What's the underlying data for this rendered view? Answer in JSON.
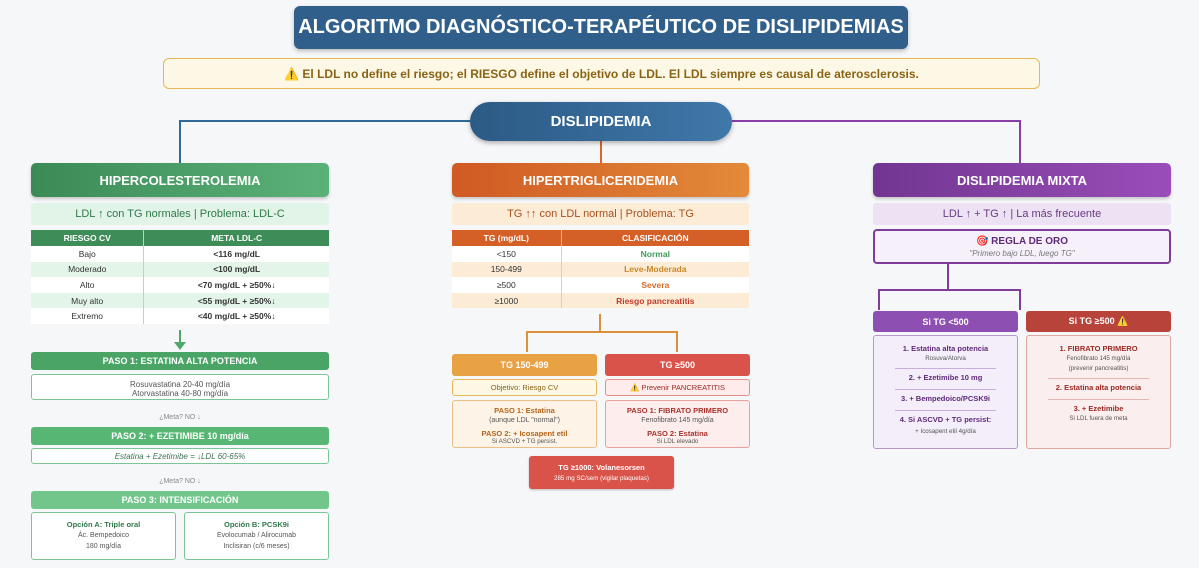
{
  "title": "ALGORITMO DIAGNÓSTICO-TERAPÉUTICO DE DISLIPIDEMIAS",
  "warning": "⚠️ El LDL no define el riesgo; el RIESGO define el objetivo de LDL. El LDL siempre es causal de aterosclerosis.",
  "root": "DISLIPIDEMIA",
  "hiperc": {
    "header": "HIPERCOLESTEROLEMIA",
    "sub": "LDL ↑ con TG normales | Problema: LDL-C",
    "table_headers": [
      "RIESGO CV",
      "META LDL-C"
    ],
    "rows": [
      [
        "Bajo",
        "<116 mg/dL"
      ],
      [
        "Moderado",
        "<100 mg/dL"
      ],
      [
        "Alto",
        "<70 mg/dL + ≥50%↓"
      ],
      [
        "Muy alto",
        "<55 mg/dL + ≥50%↓"
      ],
      [
        "Extremo",
        "<40 mg/dL + ≥50%↓"
      ]
    ],
    "paso1": "PASO 1: ESTATINA ALTA POTENCIA",
    "paso1_l1": "Rosuvastatina 20-40 mg/día",
    "paso1_l2": "Atorvastatina 40-80 mg/día",
    "meta_q1": "¿Meta? NO ↓",
    "paso2": "PASO 2: + EZETIMIBE 10 mg/día",
    "paso2_text": "Estatina + Ezetimibe = ↓LDL 60-65%",
    "meta_q2": "¿Meta? NO ↓",
    "paso3": "PASO 3: INTENSIFICACIÓN",
    "optA_title": "Opción A: Triple oral",
    "optA_l1": "Ác. Bempedoico",
    "optA_l2": "180 mg/día",
    "optB_title": "Opción B: PCSK9i",
    "optB_l1": "Evolocumab / Alirocumab",
    "optB_l2": "Inclisiran (c/6 meses)"
  },
  "hipert": {
    "header": "HIPERTRIGLICERIDEMIA",
    "sub": "TG ↑↑ con LDL normal | Problema: TG",
    "table_headers": [
      "TG (mg/dL)",
      "CLASIFICACIÓN"
    ],
    "rows": [
      [
        "<150",
        "Normal"
      ],
      [
        "150-499",
        "Leve-Moderada"
      ],
      [
        "≥500",
        "Severa"
      ],
      [
        "≥1000",
        "Riesgo pancreatitis"
      ]
    ],
    "left_header": "TG 150-499",
    "left_objetivo": "Objetivo: Riesgo CV",
    "left_p1_title": "PASO 1: Estatina",
    "left_p1_text": "(aunque LDL \"normal\")",
    "left_p2_title": "PASO 2: + Icosapent etil",
    "left_p2_text": "Si ASCVD + TG persist.",
    "right_header": "TG ≥500",
    "right_objetivo": "⚠️ Prevenir PANCREATITIS",
    "right_p1_title": "PASO 1: FIBRATO PRIMERO",
    "right_p1_text": "Fenofibrato 145 mg/día",
    "right_p2_title": "PASO 2: Estatina",
    "right_p2_text": "Si LDL elevado",
    "volan_title": "TG ≥1000: Volanesorsen",
    "volan_text": "285 mg SC/sem (vigilar plaquetas)"
  },
  "mixta": {
    "header": "DISLIPIDEMIA MIXTA",
    "sub": "LDL ↑ + TG ↑ | La más frecuente",
    "regla_title": "🎯 REGLA DE ORO",
    "regla_text": "\"Primero bajo LDL, luego TG\"",
    "left_header": "Si TG <500",
    "left_items": [
      {
        "title": "1. Estatina alta potencia",
        "text": "Rosuva/Atorva"
      },
      {
        "title": "2. + Ezetimibe 10 mg",
        "text": ""
      },
      {
        "title": "3. + Bempedoico/PCSK9i",
        "text": ""
      },
      {
        "title": "4. Si ASCVD + TG persist:",
        "text": "+ Icosapent etil 4g/día"
      }
    ],
    "right_header": "Si TG ≥500 ⚠️",
    "right_items": [
      {
        "title": "1. FIBRATO PRIMERO",
        "text": "Fenofibrato 145 mg/día",
        "text2": "(prevenir pancreatitis)"
      },
      {
        "title": "2. Estatina alta potencia",
        "text": "",
        "text2": ""
      },
      {
        "title": "3. + Ezetimibe",
        "text": "Si LDL fuera de meta",
        "text2": ""
      }
    ]
  },
  "colors": {
    "green": "#3f8f5a",
    "orange": "#d9662a",
    "purple": "#7e3c9b",
    "blue": "#2f5f8a"
  }
}
